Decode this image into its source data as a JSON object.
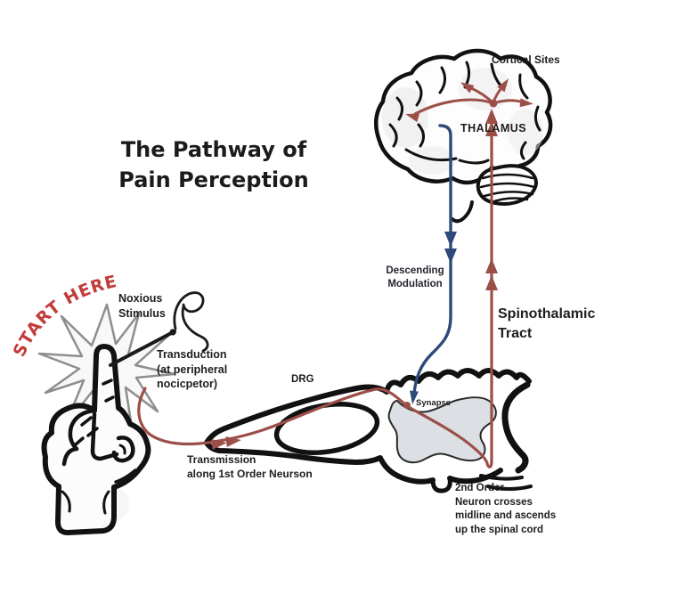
{
  "title": {
    "line1": "The Pathway of",
    "line2": "Pain Perception"
  },
  "labels": {
    "start_here": "START HERE",
    "noxious_stimulus": [
      "Noxious",
      "Stimulus"
    ],
    "transduction": [
      "Transduction",
      "(at peripheral",
      "nocicpetor)"
    ],
    "transmission": [
      "Transmission",
      "along 1st Order Neurson"
    ],
    "drg": "DRG",
    "synapse": "Synapse",
    "descending_modulation": [
      "Descending",
      "Modulation"
    ],
    "spinothalamic_tract": [
      "Spinothalamic",
      "Tract"
    ],
    "thalamus": "THALAMUS",
    "cortical_sites": "Cortical Sites",
    "second_order_neuron": [
      "2nd Order",
      "Neuron crosses",
      "midline and ascends",
      "up the spinal cord"
    ]
  },
  "colors": {
    "ascending_red": "#9c4f48",
    "start_here_red": "#c23b38",
    "descending_blue": "#2e4a78",
    "ink": "#1b1b1b",
    "gray_matter": "#dce0e4"
  }
}
